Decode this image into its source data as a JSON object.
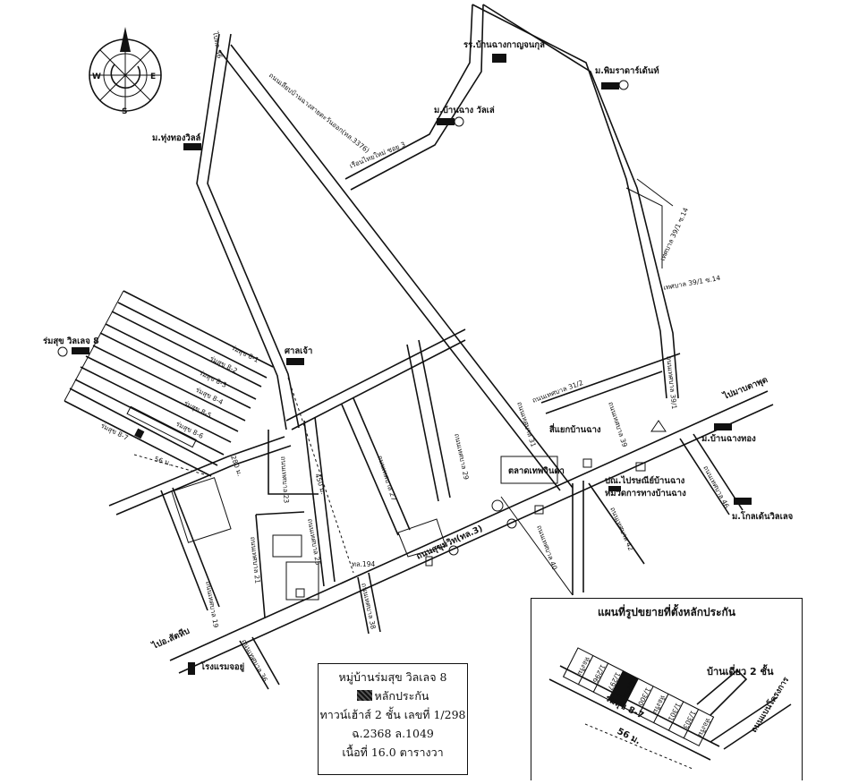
{
  "compass": {
    "n": "N",
    "s": "S",
    "e": "E",
    "w": "W"
  },
  "places": {
    "to_36_top": "ไปทล.36",
    "sukhumvit_road": "ถนนสุขุมวิท(ทล.3)",
    "ban_chang_bypass": "ถนนเลียบบ้านฉางสายตะวันออก(ทล.3376)",
    "school": "รร.บ้านฉางกาญจนกุล",
    "phimrada": "ม.พิมราดาร์เด้นท์",
    "ban_chang_villa": "ม.บ้านฉาง วัลเล่",
    "ruen_mai": "เรือนไทยใหม่ ซอย 3",
    "thung_thong": "ม.ทุ่งทองวิลล์",
    "romsuk8_label": "ร่มสุข วิลเลจ 8",
    "shrine": "ศาลเจ้า",
    "sukhumvit_junction": "ทล.194",
    "to_map_ta_phut": "ไปมาบตาพุด",
    "kirin_market": "ตลาดเทพจินดา",
    "sam_yaek": "สี่แยกบ้านฉาง",
    "post_office": "ปณ.ไปรษณีย์บ้านฉาง",
    "police": "หมวดการทางบ้านฉาง",
    "ban_chang_thong": "ม.บ้านฉางทอง",
    "golden_villa": "ม.โกลเด้นวิลเลจ",
    "to_sattahip": "ไปอ.สัตหีบ",
    "hotel": "โรงแรมจอยู่",
    "distance_280": "280 ม.",
    "distance_450": "450 ม.",
    "distance_56": "56 ม."
  },
  "streets": {
    "s1": "ร่มสุข 8-1",
    "s2": "ร่มสุข 8-2",
    "s3": "ร่มสุข 8-3",
    "s4": "ร่มสุข 8-4",
    "s5": "ร่มสุข 8-5",
    "s6": "ร่มสุข 8-6",
    "s7": "ร่มสุข 8-7",
    "t19": "ถนนเทศบาล 19",
    "t21": "ถนนเทศบาล 21",
    "t23": "ถนนเทศบาล 23",
    "t25": "ถนนเทศบาล 25",
    "t27": "ถนนเทศบาล 27",
    "t29": "ถนนเทศบาล 29",
    "t31": "ถนนเทศบาล 31",
    "t31_2": "ถนนเทศบาล 31/2",
    "t36": "ถนนเทศบาล 36",
    "t38": "ถนนเทศบาล 38",
    "t39": "ถนนเทศบาล 39",
    "t39_1": "ถนนเทศบาล 39/1",
    "t39_1_14": "เทศบาล 39/1 ซ.14",
    "t39_1_14b": "เทศบาล 39/1 ซ.14",
    "t40": "ถนนเทศบาล 40",
    "t42": "ถนนเทศบาล 42",
    "t46": "ถนนเทศบาล 46"
  },
  "legend": {
    "title": "หมู่บ้านร่มสุข วิลเลจ 8",
    "collateral": "หลักประกัน",
    "house": "ทาวน์เฮ้าส์ 2 ชั้น เลขที่ 1/298",
    "deed": "ฉ.2368 ล.1049",
    "area": "เนื้อที่ 16.0 ตารางวา"
  },
  "inset": {
    "title": "แผนที่รูปขยายที่ตั้งหลักประกัน",
    "detached": "บ้านเดี่ยว 2 ชั้น",
    "street": "ร่มสุข 8-7",
    "road": "ถนนแบนโครงการ",
    "distance": "56 ม.",
    "plots": [
      "ห้องริม",
      "1/296",
      "1/297",
      "1/298",
      "1/300",
      "ห้องริม",
      "1/301",
      "1/303",
      "ห้องริม"
    ]
  }
}
